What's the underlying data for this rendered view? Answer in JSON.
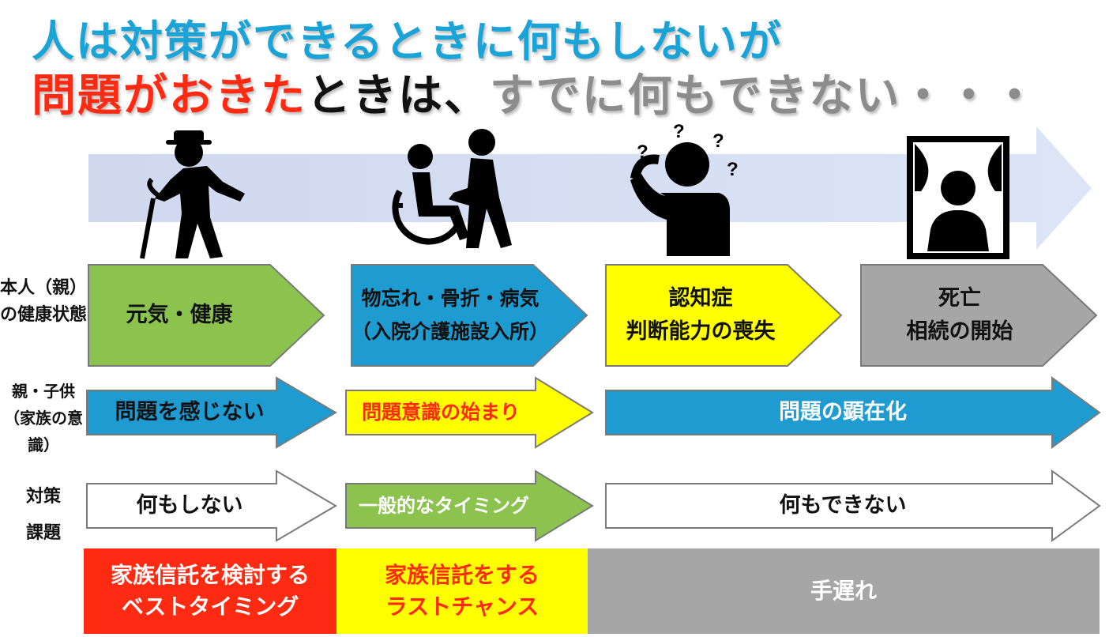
{
  "title": {
    "line1": "人は対策ができるときに何もしないが",
    "line2_red": "問題がおきた",
    "line2_black": "ときは、",
    "line2_gray": "すでに何もできない・・・"
  },
  "row_labels": {
    "health_1": "本人（親）",
    "health_2": "の健康状態",
    "family_1": "親・子供",
    "family_2": "（家族の意識）",
    "measure_1": "対策",
    "measure_2": "課題"
  },
  "health": [
    {
      "line1": "元気・健康",
      "line2": "",
      "color": "#8cc34f"
    },
    {
      "line1": "物忘れ・骨折・病気",
      "line2": "（入院介護施設入所）",
      "color": "#1e9bd1"
    },
    {
      "line1": "認知症",
      "line2": "判断能力の喪失",
      "color": "#ffff00"
    },
    {
      "line1": "死亡",
      "line2": "相続の開始",
      "color": "#a6a6a6"
    }
  ],
  "family": [
    {
      "label": "問題を感じない",
      "color": "#1e9bd1"
    },
    {
      "label": "問題意識の始まり",
      "color": "#ffff00",
      "text_color": "#ff2a12"
    },
    {
      "label": "問題の顕在化",
      "color": "#1e9bd1",
      "text_color": "#ffffff"
    }
  ],
  "measure": [
    {
      "label": "何もしない",
      "color": "#ffffff"
    },
    {
      "label": "一般的なタイミング",
      "color": "#8cc34f",
      "text_color": "#ffffff"
    },
    {
      "label": "何もできない",
      "color": "#ffffff"
    }
  ],
  "bottom": [
    {
      "line1": "家族信託を検討する",
      "line2": "ベストタイミング",
      "bg": "#ff2a12",
      "fg": "#ffffff"
    },
    {
      "line1": "家族信託をする",
      "line2": "ラストチャンス",
      "bg": "#ffff00",
      "fg": "#ff2a12"
    },
    {
      "line1": "手遅れ",
      "line2": "",
      "bg": "#a6a6a6",
      "fg": "#ffffff"
    }
  ],
  "icons": [
    "elderly-with-cane-icon",
    "wheelchair-caregiver-icon",
    "confused-person-icon",
    "memorial-portrait-icon"
  ],
  "question_marks": "?"
}
